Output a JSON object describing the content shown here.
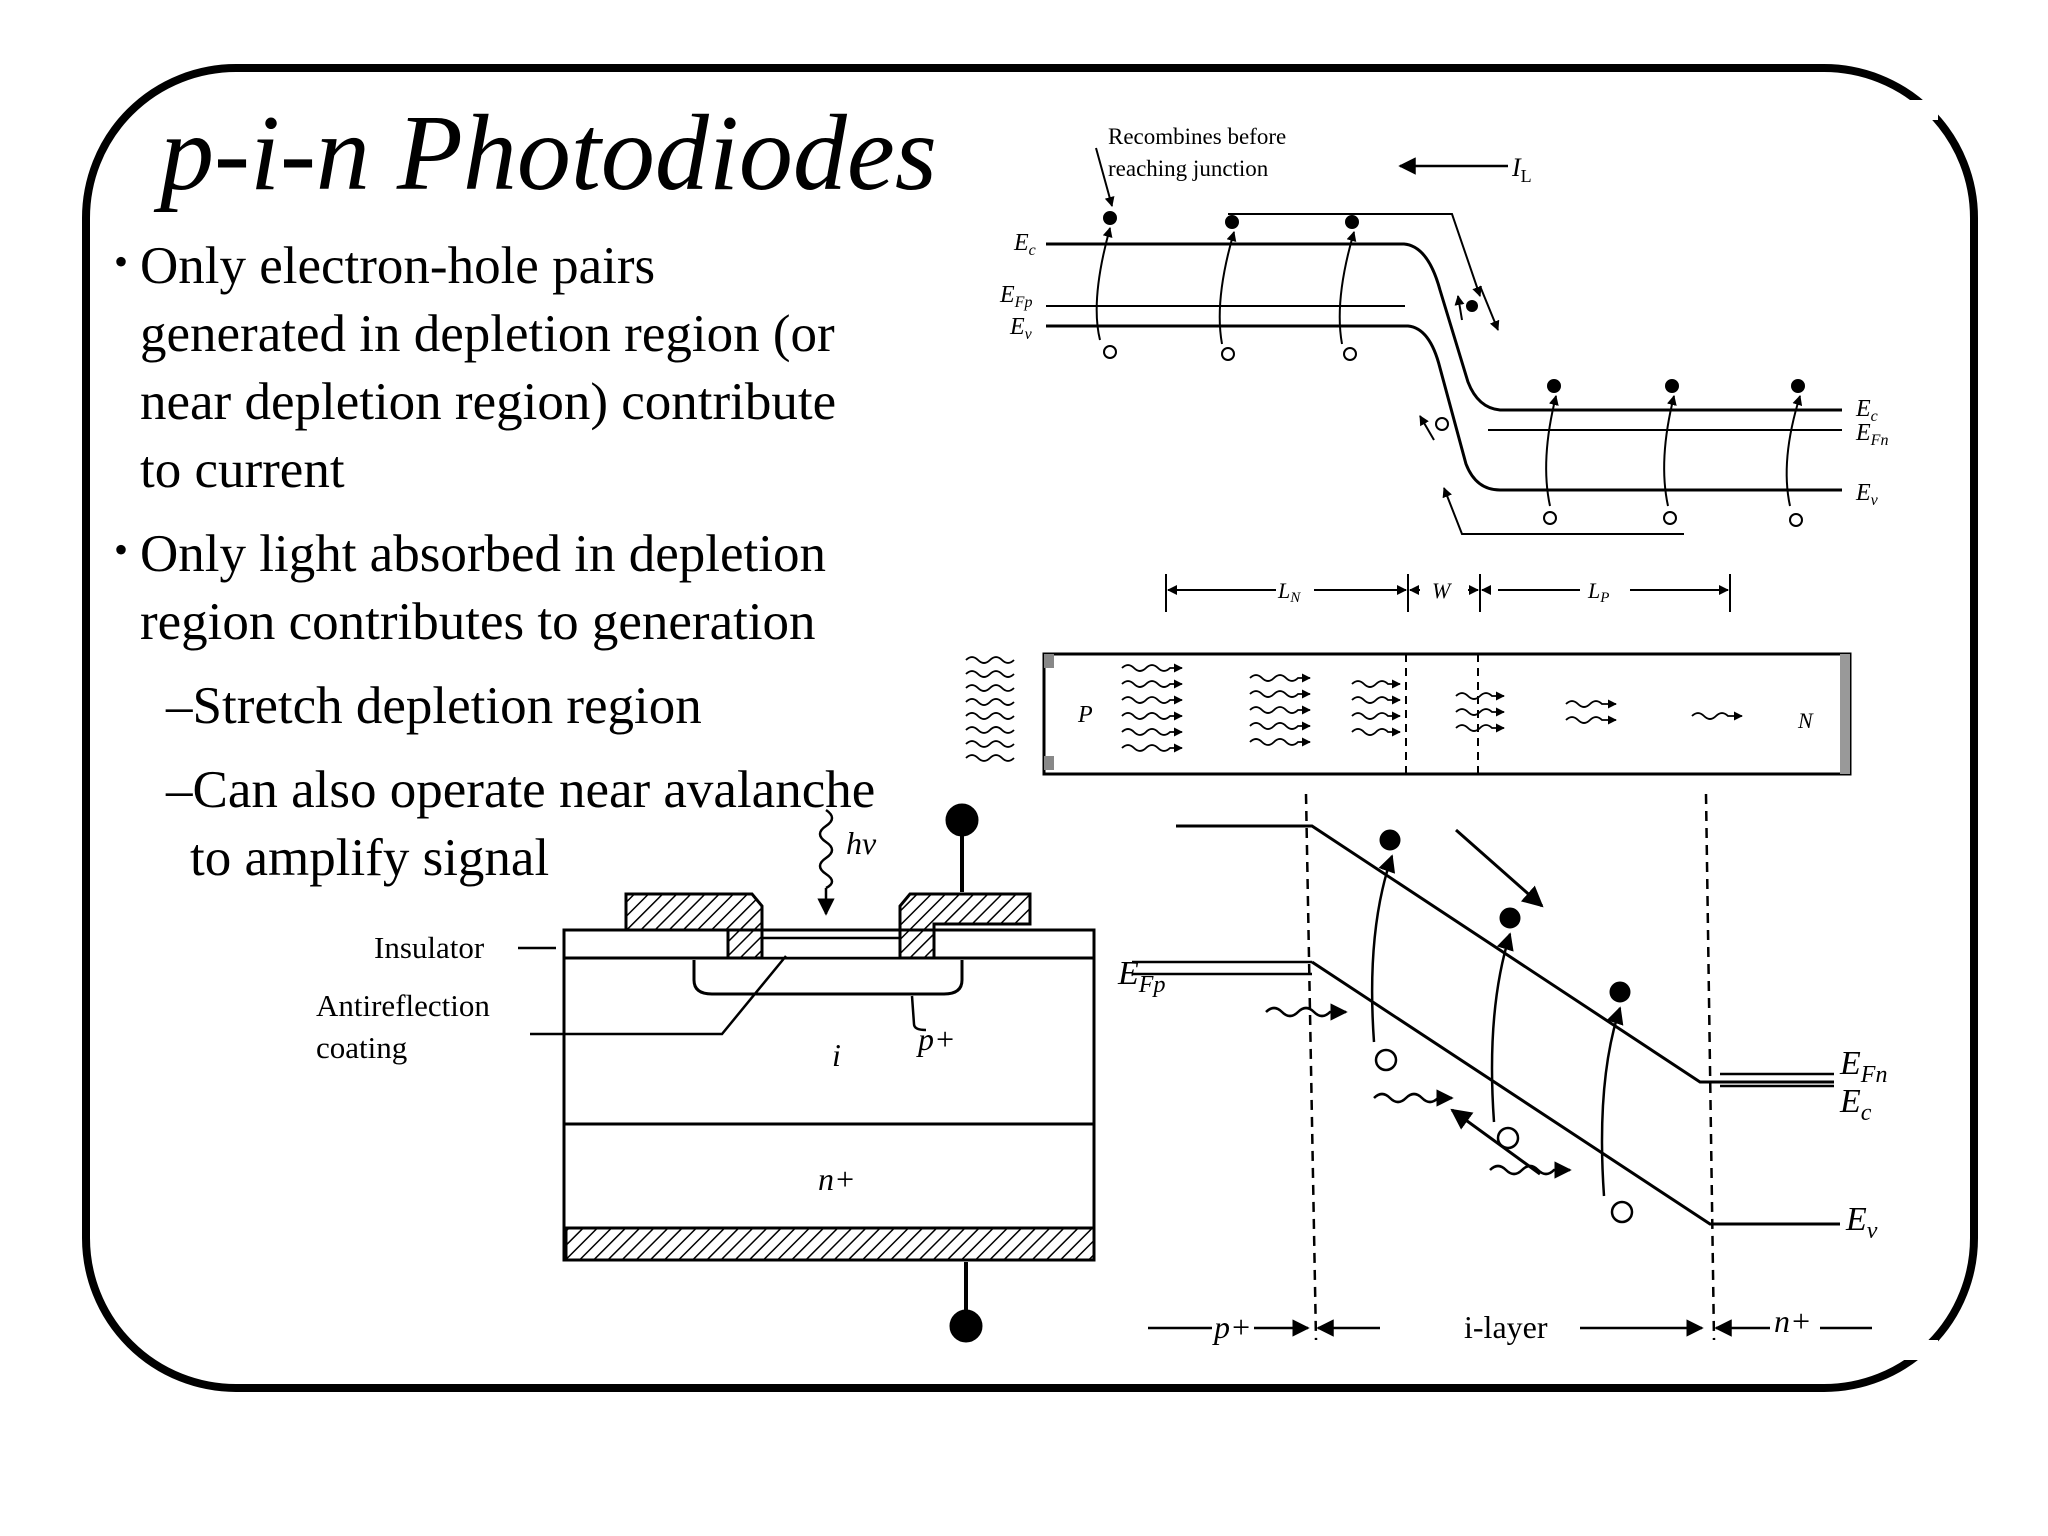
{
  "slide": {
    "title": "p-i-n Photodiodes",
    "bullets": [
      {
        "text_lines": [
          "Only electron-hole pairs",
          "generated in depletion region  (or",
          "near depletion region) contribute",
          "to current"
        ]
      },
      {
        "text_lines": [
          "Only light absorbed in depletion",
          "region contributes to generation"
        ]
      }
    ],
    "sub_bullets": [
      {
        "lines": [
          "–Stretch depletion region"
        ]
      },
      {
        "lines": [
          "–Can also operate near avalanche",
          "to amplify signal"
        ]
      }
    ]
  },
  "band_diagram_top": {
    "annotation_line1": "Recombines before",
    "annotation_line2": "reaching junction",
    "current_label": "I",
    "current_sub": "L",
    "ec_left": "E",
    "ec_left_sub": "c",
    "efp_left": "E",
    "efp_left_sub": "Fp",
    "ev_left": "E",
    "ev_left_sub": "v",
    "ec_right": "E",
    "ec_right_sub": "c",
    "efn_right": "E",
    "efn_right_sub": "Fn",
    "ev_right": "E",
    "ev_right_sub": "v",
    "ln_label": "L",
    "ln_sub": "N",
    "w_label": "W",
    "lp_label": "L",
    "lp_sub": "P"
  },
  "absorption_bar": {
    "p_label": "P",
    "n_label": "N"
  },
  "device_cross_section": {
    "photon_label": "hν",
    "insulator_label": "Insulator",
    "antireflection_label_line1": "Antireflection",
    "antireflection_label_line2": "coating",
    "p_plus_label": "p+",
    "i_label": "i",
    "n_plus_label": "n+"
  },
  "pin_band_diagram": {
    "efp_label": "E",
    "efp_sub": "Fp",
    "efn_label": "E",
    "efn_sub": "Fn",
    "ec_label": "E",
    "ec_sub": "c",
    "ev_label": "E",
    "ev_sub": "v",
    "p_region": "p+",
    "i_region": "i-layer",
    "n_region": "n+"
  }
}
